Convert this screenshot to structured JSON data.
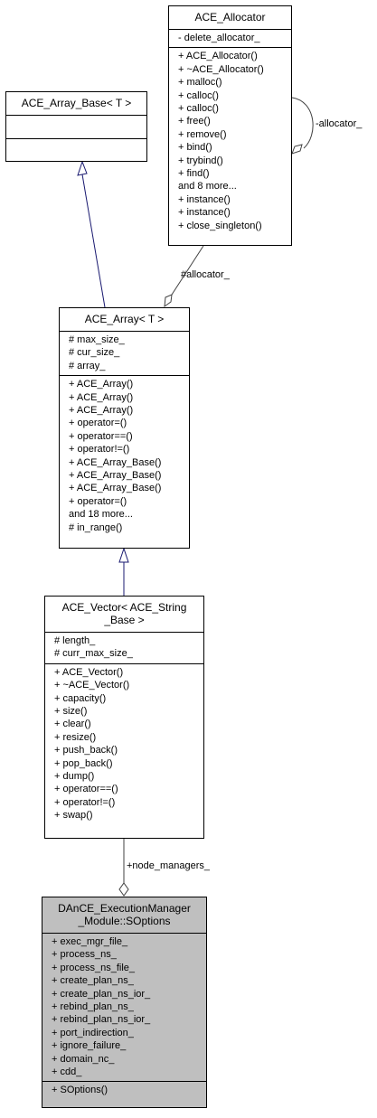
{
  "nodes": {
    "allocator": {
      "title": "ACE_Allocator",
      "attributes": [
        "- delete_allocator_"
      ],
      "methods": [
        "+ ACE_Allocator()",
        "+ ~ACE_Allocator()",
        "+ malloc()",
        "+ calloc()",
        "+ calloc()",
        "+ free()",
        "+ remove()",
        "+ bind()",
        "+ trybind()",
        "+ find()",
        "and 8 more...",
        "+ instance()",
        "+ instance()",
        "+ close_singleton()"
      ]
    },
    "array_base": {
      "title": "ACE_Array_Base< T >",
      "attributes": [],
      "methods": []
    },
    "array": {
      "title": "ACE_Array< T >",
      "attributes": [
        "# max_size_",
        "# cur_size_",
        "# array_"
      ],
      "methods": [
        "+ ACE_Array()",
        "+ ACE_Array()",
        "+ ACE_Array()",
        "+ operator=()",
        "+ operator==()",
        "+ operator!=()",
        "+ ACE_Array_Base()",
        "+ ACE_Array_Base()",
        "+ ACE_Array_Base()",
        "+ operator=()",
        "and 18 more...",
        "# in_range()"
      ]
    },
    "vector": {
      "title_lines": [
        "ACE_Vector< ACE_String",
        "_Base >"
      ],
      "attributes": [
        "# length_",
        "# curr_max_size_"
      ],
      "methods": [
        "+ ACE_Vector()",
        "+ ~ACE_Vector()",
        "+ capacity()",
        "+ size()",
        "+ clear()",
        "+ resize()",
        "+ push_back()",
        "+ pop_back()",
        "+ dump()",
        "+ operator==()",
        "+ operator!=()",
        "+ swap()"
      ]
    },
    "soptions": {
      "title_lines": [
        "DAnCE_ExecutionManager",
        "_Module::SOptions"
      ],
      "attributes": [
        "+ exec_mgr_file_",
        "+ process_ns_",
        "+ process_ns_file_",
        "+ create_plan_ns_",
        "+ create_plan_ns_ior_",
        "+ rebind_plan_ns_",
        "+ rebind_plan_ns_ior_",
        "+ port_indirection_",
        "+ ignore_failure_",
        "+ domain_nc_",
        "+ cdd_"
      ],
      "methods": [
        "+ SOptions()"
      ]
    }
  },
  "edges": {
    "allocator_self": "-allocator_",
    "allocator_array": "#allocator_",
    "vector_soptions": "+node_managers_"
  }
}
